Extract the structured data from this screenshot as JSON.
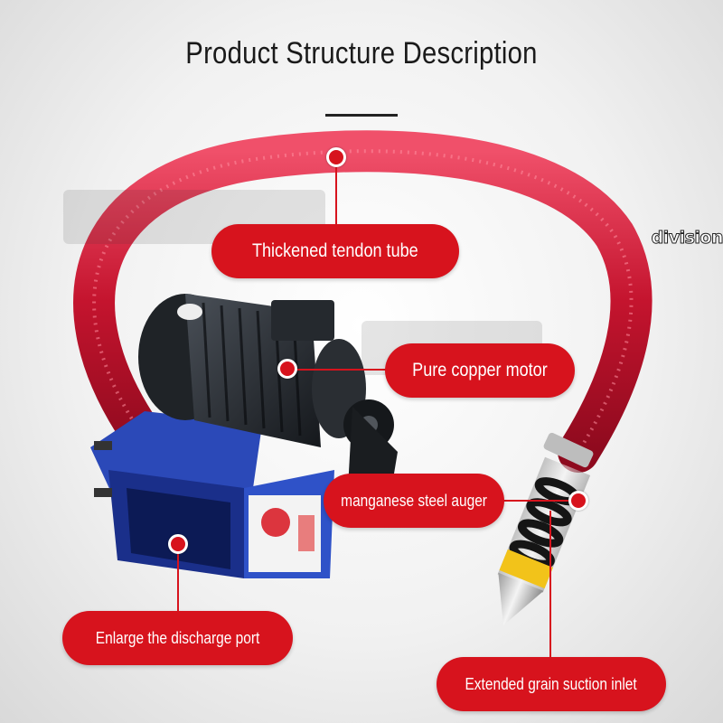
{
  "page": {
    "title": "Product Structure Description",
    "corner_watermark": "division",
    "accent_color": "#d7131d"
  },
  "labels": {
    "tube": "Thickened tendon tube",
    "motor": "Pure copper motor",
    "auger": "manganese steel auger",
    "discharge": "Enlarge the discharge port",
    "inlet": "Extended grain suction inlet"
  }
}
